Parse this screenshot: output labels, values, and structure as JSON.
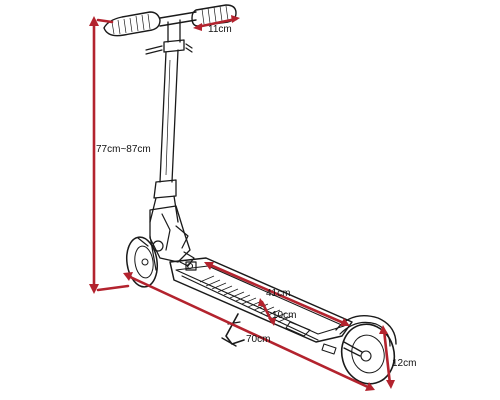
{
  "diagram": {
    "labels": {
      "handle_grip": "11cm",
      "height": "77cm~87cm",
      "deck_length": "41cm",
      "deck_width": "10cm",
      "total_length": "70cm",
      "wheel": "12cm"
    },
    "colors": {
      "dimension_line": "#b3232e",
      "outline": "#1a1a1a",
      "background": "#ffffff"
    }
  }
}
